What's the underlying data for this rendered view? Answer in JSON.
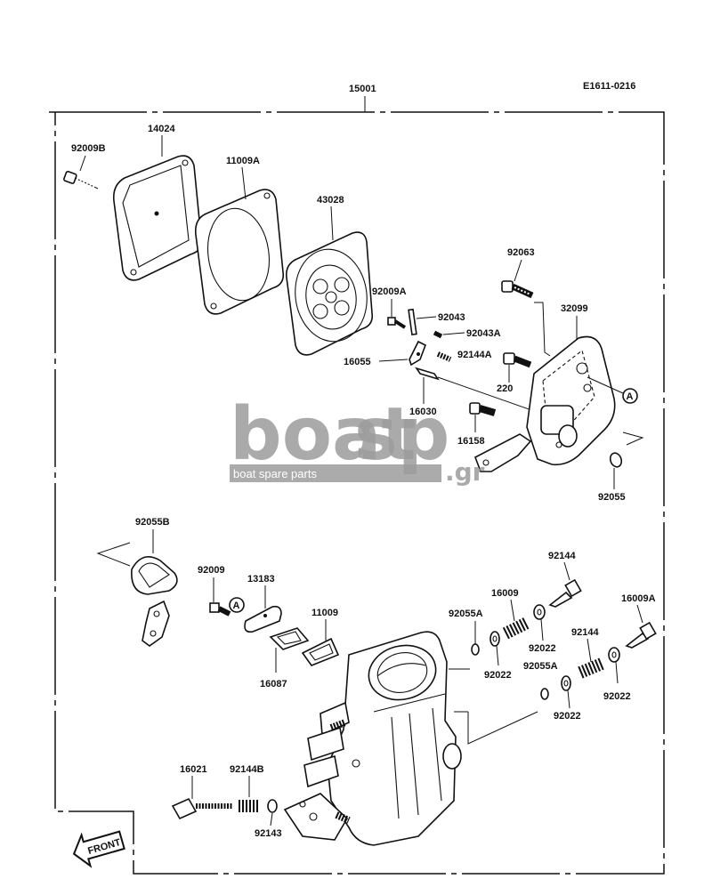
{
  "diagram": {
    "ref_code": "E1611-0216",
    "assembly_number": "15001",
    "front_label": "FRONT",
    "callout_marker": "A",
    "parts": [
      {
        "id": "92009B",
        "label": "92009B"
      },
      {
        "id": "14024",
        "label": "14024"
      },
      {
        "id": "11009A",
        "label": "11009A"
      },
      {
        "id": "43028",
        "label": "43028"
      },
      {
        "id": "92009A",
        "label": "92009A"
      },
      {
        "id": "92043",
        "label": "92043"
      },
      {
        "id": "92043A",
        "label": "92043A"
      },
      {
        "id": "16055",
        "label": "16055"
      },
      {
        "id": "92144A",
        "label": "92144A"
      },
      {
        "id": "16030",
        "label": "16030"
      },
      {
        "id": "92063",
        "label": "92063"
      },
      {
        "id": "32099",
        "label": "32099"
      },
      {
        "id": "220",
        "label": "220"
      },
      {
        "id": "16158",
        "label": "16158"
      },
      {
        "id": "92055",
        "label": "92055"
      },
      {
        "id": "92055B",
        "label": "92055B"
      },
      {
        "id": "92009",
        "label": "92009"
      },
      {
        "id": "13183",
        "label": "13183"
      },
      {
        "id": "11009",
        "label": "11009"
      },
      {
        "id": "16087",
        "label": "16087"
      },
      {
        "id": "16009",
        "label": "16009"
      },
      {
        "id": "92144-a",
        "label": "92144"
      },
      {
        "id": "92055A-a",
        "label": "92055A"
      },
      {
        "id": "92022-a",
        "label": "92022"
      },
      {
        "id": "92022-b",
        "label": "92022"
      },
      {
        "id": "16009A",
        "label": "16009A"
      },
      {
        "id": "92144-b",
        "label": "92144"
      },
      {
        "id": "92055A-b",
        "label": "92055A"
      },
      {
        "id": "92022-c",
        "label": "92022"
      },
      {
        "id": "92022-d",
        "label": "92022"
      },
      {
        "id": "16021",
        "label": "16021"
      },
      {
        "id": "92144B",
        "label": "92144B"
      },
      {
        "id": "92143",
        "label": "92143"
      }
    ]
  },
  "watermark": {
    "brand_main": "boat",
    "brand_accent": "sp",
    "domain_suffix": ".gr",
    "tagline": "boat spare parts"
  }
}
